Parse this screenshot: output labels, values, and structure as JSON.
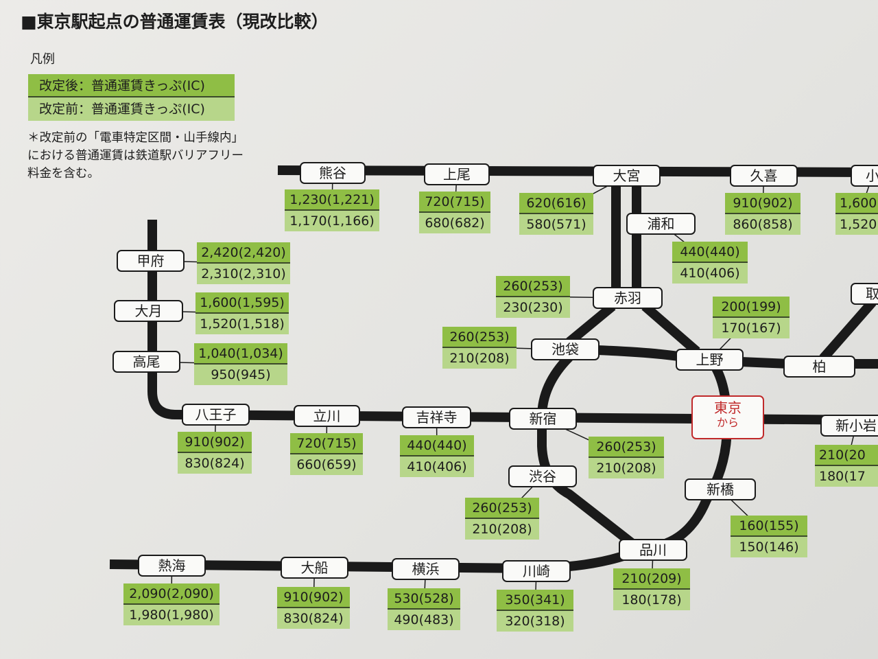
{
  "title": "■東京駅起点の普通運賃表（現改比較）",
  "legend": {
    "label": "凡例",
    "after": "改定後：普通運賃きっぷ(IC)",
    "before": "改定前：普通運賃きっぷ(IC)",
    "note": "＊改定前の「電車特定区間・山手線内」における普通運賃は鉄道駅バリアフリー料金を含む。"
  },
  "colors": {
    "line": "#1a1a1a",
    "fare_after": "#8fbe45",
    "fare_before": "#b7d68a",
    "origin": "#c0292a"
  },
  "origin": {
    "name": "東京",
    "sub": "から"
  },
  "stations": [
    {
      "name": "熊谷",
      "after": "1,230(1,221)",
      "before": "1,170(1,166)"
    },
    {
      "name": "上尾",
      "after": "720(715)",
      "before": "680(682)"
    },
    {
      "name": "大宮",
      "after": "620(616)",
      "before": "580(571)"
    },
    {
      "name": "久喜",
      "after": "910(902)",
      "before": "860(858)"
    },
    {
      "name": "小",
      "after": "1,600",
      "before": "1,520"
    },
    {
      "name": "浦和",
      "after": "440(440)",
      "before": "410(406)"
    },
    {
      "name": "赤羽",
      "after": "260(253)",
      "before": "230(230)"
    },
    {
      "name": "上野",
      "after": "200(199)",
      "before": "170(167)"
    },
    {
      "name": "池袋",
      "after": "260(253)",
      "before": "210(208)"
    },
    {
      "name": "甲府",
      "after": "2,420(2,420)",
      "before": "2,310(2,310)"
    },
    {
      "name": "大月",
      "after": "1,600(1,595)",
      "before": "1,520(1,518)"
    },
    {
      "name": "高尾",
      "after": "1,040(1,034)",
      "before": "950(945)"
    },
    {
      "name": "八王子",
      "after": "910(902)",
      "before": "830(824)"
    },
    {
      "name": "立川",
      "after": "720(715)",
      "before": "660(659)"
    },
    {
      "name": "吉祥寺",
      "after": "440(440)",
      "before": "410(406)"
    },
    {
      "name": "新宿",
      "after": "260(253)",
      "before": "210(208)"
    },
    {
      "name": "新小岩",
      "after": "210(20",
      "before": "180(17"
    },
    {
      "name": "渋谷",
      "after": "260(253)",
      "before": "210(208)"
    },
    {
      "name": "新橋",
      "after": "160(155)",
      "before": "150(146)"
    },
    {
      "name": "品川",
      "after": "210(209)",
      "before": "180(178)"
    },
    {
      "name": "川崎",
      "after": "350(341)",
      "before": "320(318)"
    },
    {
      "name": "横浜",
      "after": "530(528)",
      "before": "490(483)"
    },
    {
      "name": "大船",
      "after": "910(902)",
      "before": "830(824)"
    },
    {
      "name": "熱海",
      "after": "2,090(2,090)",
      "before": "1,980(1,980)"
    },
    {
      "name": "柏"
    },
    {
      "name": "取"
    }
  ]
}
